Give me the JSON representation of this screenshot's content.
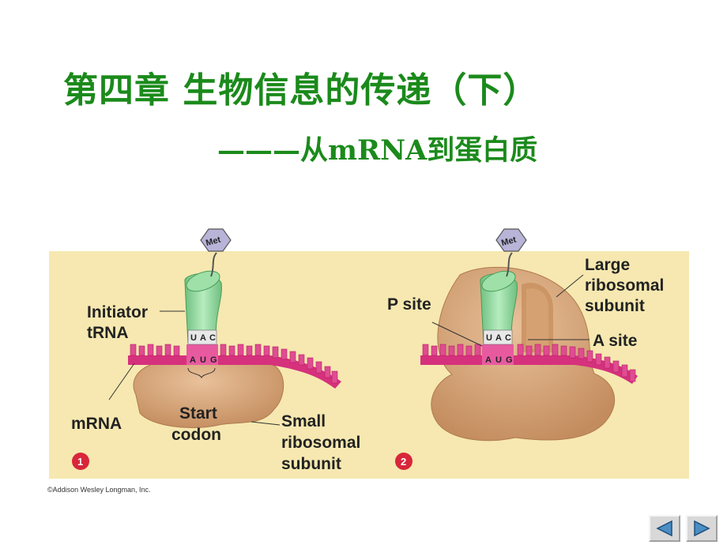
{
  "slide": {
    "title": "第四章 生物信息的传递（下）",
    "subtitle": "———从mRNA到蛋白质"
  },
  "figure": {
    "panel1": {
      "number": "1",
      "met": "Met",
      "initiator": "Initiator",
      "trna": "tRNA",
      "mrna": "mRNA",
      "start": "Start",
      "codon": "codon",
      "small": "Small",
      "ribosomal": "ribosomal",
      "subunit": "subunit",
      "anticodon": [
        "U",
        "A",
        "C"
      ],
      "codon_bases": [
        "A",
        "U",
        "G"
      ]
    },
    "panel2": {
      "number": "2",
      "met": "Met",
      "psite": "P site",
      "large": "Large",
      "ribosomal": "ribosomal",
      "subunit": "subunit",
      "asite": "A site",
      "anticodon": [
        "U",
        "A",
        "C"
      ],
      "codon_bases": [
        "A",
        "U",
        "G"
      ]
    },
    "copyright": "©Addison Wesley Longman, Inc."
  },
  "colors": {
    "title_green": "#1b8a1b",
    "figure_bg": "#f6e8b0",
    "ribosome": "#d9a77a",
    "trna": "#98d9a4",
    "mrna": "#d6317c",
    "met": "#b8b4d8"
  },
  "nav": {
    "prev_icon": "triangle-left-icon",
    "next_icon": "triangle-right-icon"
  }
}
